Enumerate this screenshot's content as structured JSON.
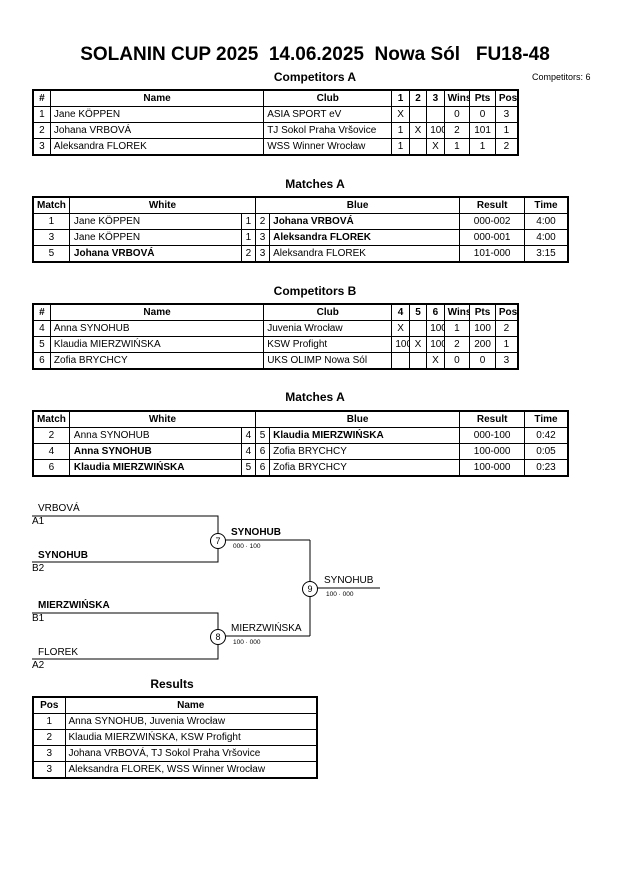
{
  "title": "SOLANIN CUP 2025  14.06.2025  Nowa Sól   FU18-48",
  "competitors_count": "Competitors: 6",
  "competitors_a": {
    "heading": "Competitors A",
    "headers": [
      "#",
      "Name",
      "Club",
      "1",
      "2",
      "3",
      "Wins",
      "Pts",
      "Pos"
    ],
    "rows": [
      [
        "1",
        "Jane KÖPPEN",
        "ASIA SPORT eV",
        "X",
        "",
        "",
        "0",
        "0",
        "3"
      ],
      [
        "2",
        "Johana VRBOVÁ",
        "TJ Sokol Praha Vršovice",
        "1",
        "X",
        "100",
        "2",
        "101",
        "1"
      ],
      [
        "3",
        "Aleksandra FLOREK",
        "WSS Winner Wrocław",
        "1",
        "",
        "X",
        "1",
        "1",
        "2"
      ]
    ]
  },
  "matches_a": {
    "heading": "Matches A",
    "headers": [
      "Match",
      "White",
      "Blue",
      "Result",
      "Time"
    ],
    "rows": [
      {
        "match": "1",
        "white": "Jane KÖPPEN",
        "wn": "1",
        "bn": "2",
        "blue": "Johana VRBOVÁ",
        "result": "000-002",
        "time": "4:00",
        "winner": "blue"
      },
      {
        "match": "3",
        "white": "Jane KÖPPEN",
        "wn": "1",
        "bn": "3",
        "blue": "Aleksandra FLOREK",
        "result": "000-001",
        "time": "4:00",
        "winner": "blue"
      },
      {
        "match": "5",
        "white": "Johana VRBOVÁ",
        "wn": "2",
        "bn": "3",
        "blue": "Aleksandra FLOREK",
        "result": "101-000",
        "time": "3:15",
        "winner": "white"
      }
    ]
  },
  "competitors_b": {
    "heading": "Competitors B",
    "headers": [
      "#",
      "Name",
      "Club",
      "4",
      "5",
      "6",
      "Wins",
      "Pts",
      "Pos"
    ],
    "rows": [
      [
        "4",
        "Anna SYNOHUB",
        "Juvenia Wrocław",
        "X",
        "",
        "100",
        "1",
        "100",
        "2"
      ],
      [
        "5",
        "Klaudia MIERZWIŃSKA",
        "KSW Profight",
        "100",
        "X",
        "100",
        "2",
        "200",
        "1"
      ],
      [
        "6",
        "Zofia BRYCHCY",
        "UKS OLIMP Nowa Sól",
        "",
        "",
        "X",
        "0",
        "0",
        "3"
      ]
    ]
  },
  "matches_b": {
    "heading": "Matches A",
    "headers": [
      "Match",
      "White",
      "Blue",
      "Result",
      "Time"
    ],
    "rows": [
      {
        "match": "2",
        "white": "Anna SYNOHUB",
        "wn": "4",
        "bn": "5",
        "blue": "Klaudia MIERZWIŃSKA",
        "result": "000-100",
        "time": "0:42",
        "winner": "blue"
      },
      {
        "match": "4",
        "white": "Anna SYNOHUB",
        "wn": "4",
        "bn": "6",
        "blue": "Zofia BRYCHCY",
        "result": "100-000",
        "time": "0:05",
        "winner": "white"
      },
      {
        "match": "6",
        "white": "Klaudia MIERZWIŃSKA",
        "wn": "5",
        "bn": "6",
        "blue": "Zofia BRYCHCY",
        "result": "100-000",
        "time": "0:23",
        "winner": "white"
      }
    ]
  },
  "bracket": {
    "sf1_top_name": "VRBOVÁ",
    "sf1_top_slot": "A1",
    "sf1_bot_name": "SYNOHUB",
    "sf1_bot_slot": "B2",
    "sf1_node": "7",
    "sf1_winner": "SYNOHUB",
    "sf1_score": "000 · 100",
    "sf2_top_name": "MIERZWIŃSKA",
    "sf2_top_slot": "B1",
    "sf2_bot_name": "FLOREK",
    "sf2_bot_slot": "A2",
    "sf2_node": "8",
    "sf2_winner": "MIERZWIŃSKA",
    "sf2_score": "100 · 000",
    "final_node": "9",
    "final_winner": "SYNOHUB",
    "final_score": "100 · 000"
  },
  "results": {
    "heading": "Results",
    "headers": [
      "Pos",
      "Name"
    ],
    "rows": [
      [
        "1",
        "Anna SYNOHUB, Juvenia Wrocław"
      ],
      [
        "2",
        "Klaudia MIERZWIŃSKA, KSW Profight"
      ],
      [
        "3",
        "Johana VRBOVÁ, TJ Sokol Praha Vršovice"
      ],
      [
        "3",
        "Aleksandra FLOREK, WSS Winner Wrocław"
      ]
    ]
  }
}
